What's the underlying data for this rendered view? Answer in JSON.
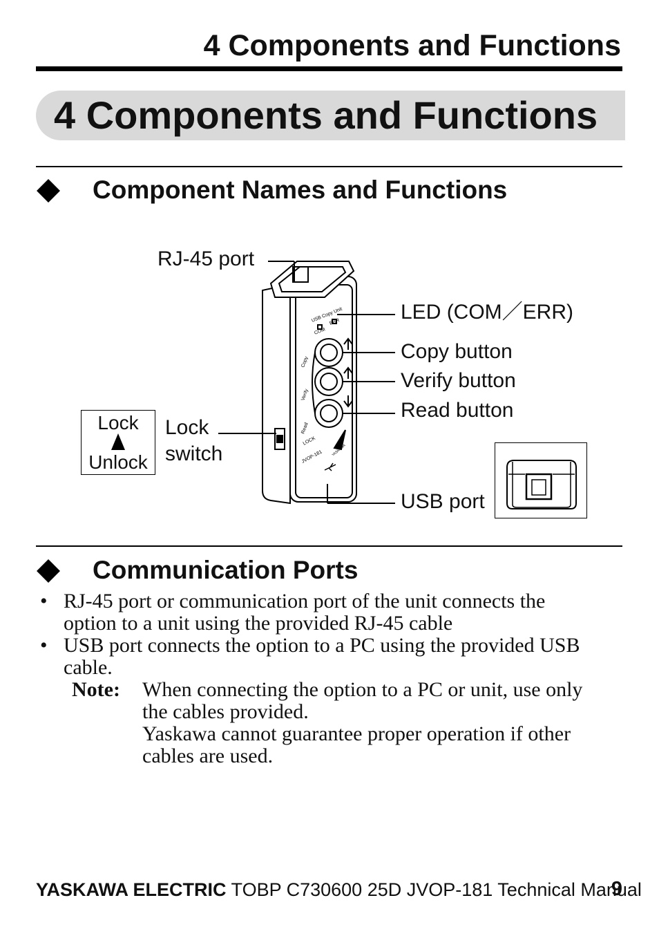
{
  "running_header": "4  Components and Functions",
  "chapter_title": "4  Components and Functions",
  "section1": {
    "title": "Component Names and Functions",
    "labels": {
      "rj45": "RJ-45 port",
      "led": "LED (COM／ERR)",
      "copy": "Copy button",
      "verify": "Verify button",
      "read": "Read button",
      "lock_switch_1": "Lock",
      "lock_switch_2": "switch",
      "usb": "USB port"
    },
    "lock_box": {
      "top": "Lock",
      "bottom": "Unlock"
    },
    "device_print": {
      "unit": "USB Copy Unit",
      "com": "COM",
      "err": "ERR",
      "copy": "Copy",
      "verify": "Verify",
      "read": "Read",
      "lock": "LOCK",
      "model": "JVOP-181",
      "brand": "YASKAWA"
    }
  },
  "section2": {
    "title": "Communication Ports",
    "bullets": [
      [
        "RJ-45 port or communication port of the unit connects the",
        "option to a unit using the provided RJ-45 cable"
      ],
      [
        "USB port connects the option to a PC using the provided USB",
        "cable."
      ]
    ],
    "note_label": "Note:",
    "note_lines": [
      "When connecting the option to a PC or unit, use only",
      "the cables provided.",
      "Yaskawa cannot guarantee proper operation if other",
      "cables are used."
    ]
  },
  "footer": {
    "brand": "YASKAWA ELECTRIC",
    "doc": " TOBP C730600 25D JVOP-181 Technical Manual",
    "page": "9"
  }
}
